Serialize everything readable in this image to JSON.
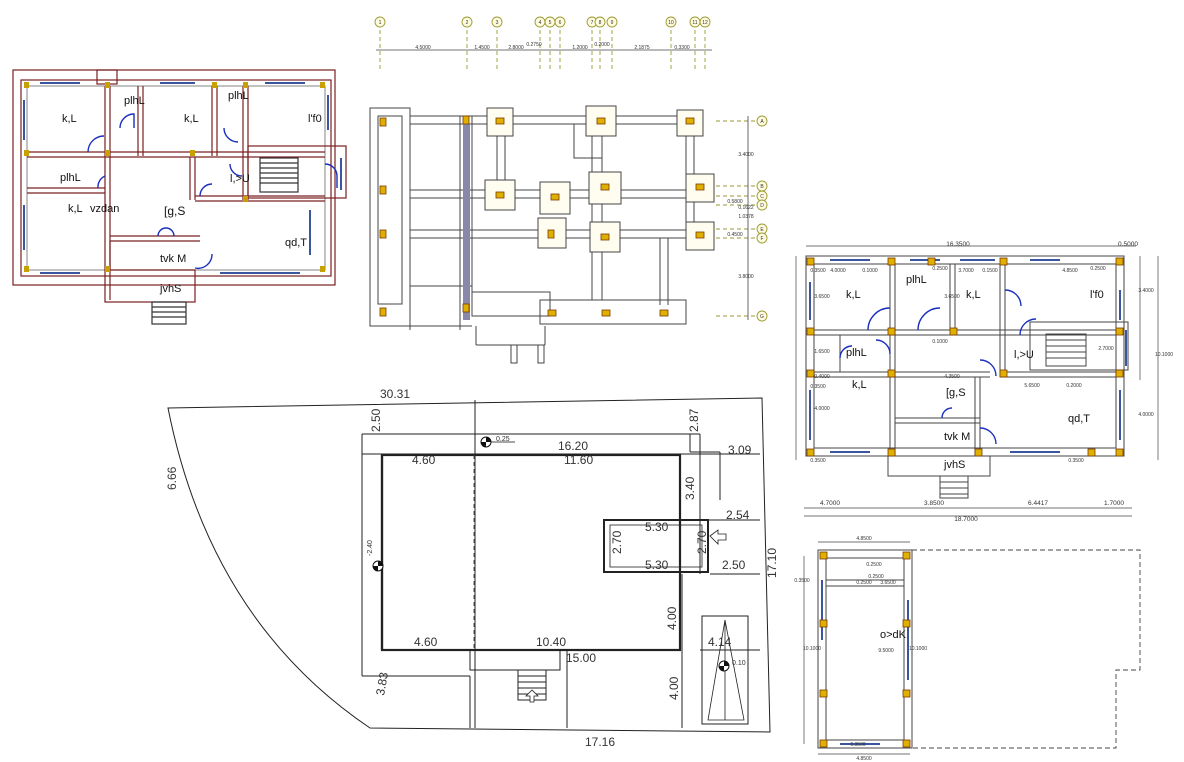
{
  "top_left_plan": {
    "rooms": [
      "k,L",
      "plhL",
      "k,L",
      "plhL",
      "l'f0",
      "plhL",
      "l,>U",
      "k,L",
      "vzdan",
      "[g,S",
      "qd,T",
      "tvk M",
      "jvhS"
    ]
  },
  "column_plan": {
    "grid_numbers": [
      "1",
      "2",
      "3",
      "4",
      "5",
      "6",
      "7",
      "8",
      "9",
      "10",
      "11",
      "12"
    ],
    "top_dims": [
      "4.5000",
      "1.4500",
      "2.8000",
      "0.2750",
      "1.2000",
      "0.2000",
      "2.1875",
      "0.3300"
    ],
    "grid_letters": [
      "A",
      "B",
      "C",
      "D",
      "E",
      "F",
      "G"
    ],
    "right_dims": [
      "3.4000",
      "0.5800",
      "0.1622",
      "1.0378",
      "0.4500",
      "3.8000"
    ]
  },
  "site_plan": {
    "dims": [
      "30.31",
      "6.66",
      "2.50",
      "0.25",
      "16.20",
      "2.87",
      "3.09",
      "4.60",
      "11.60",
      "3.40",
      "2.54",
      "5.30",
      "2.70",
      "2.70",
      "5.30",
      "2.50",
      "17.10",
      "4.00",
      "4.60",
      "10.40",
      "4.14",
      "0.10",
      "15.00",
      "3.83",
      "4.00",
      "17.16",
      "-2.40"
    ]
  },
  "right_plan": {
    "top_dims": [
      "16.3500",
      "0.5000"
    ],
    "dims": [
      "0.3500",
      "4.0000",
      "0.1000",
      "0.2500",
      "3.7000",
      "0.1500",
      "4.8500",
      "0.2500",
      "3.6500",
      "3.6500",
      "0.1000",
      "1.6500",
      "2.7000",
      "0.4000",
      "4.0000",
      "4.3500",
      "5.6500",
      "0.2000",
      "0.3500",
      "3.4000",
      "10.1000",
      "4.0000",
      "0.3500",
      "0.3500"
    ],
    "rooms": [
      "k,L",
      "plhL",
      "k,L",
      "l'f0",
      "plhL",
      "l,>U",
      "k,L",
      "[g,S",
      "qd,T",
      "tvk M",
      "jvhS"
    ],
    "bottom_dims": [
      "4.7000",
      "3.8500",
      "6.4417",
      "1.7000",
      "18.7000"
    ]
  },
  "bottom_right_plan": {
    "dims": [
      "4.8500",
      "0.2500",
      "0.3500",
      "0.2500",
      "3.6500",
      "0.2500",
      "10.1000",
      "9.5000",
      "10.1000",
      "0.3500",
      "4.8500"
    ],
    "room": "o>dK"
  }
}
